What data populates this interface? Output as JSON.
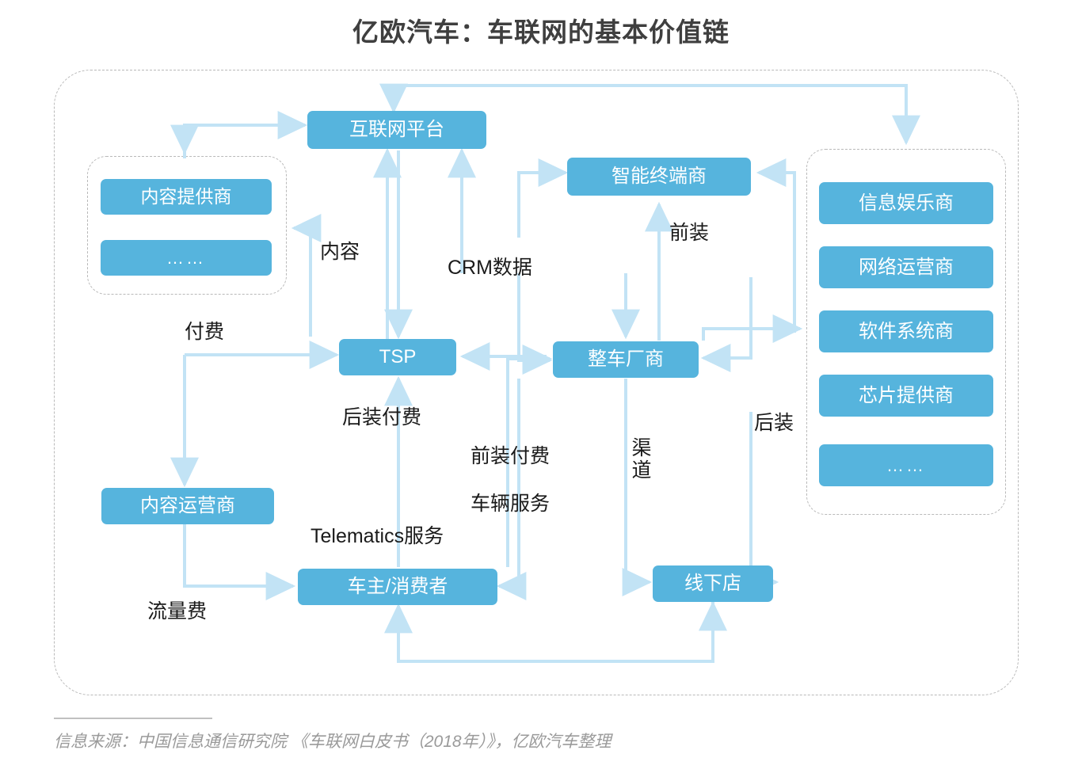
{
  "page": {
    "title": "亿欧汽车：车联网的基本价值链",
    "source_note": "信息来源：中国信息通信研究院 《车联网白皮书（2018年）》，亿欧汽车整理"
  },
  "colors": {
    "node_fill": "#56b4dd",
    "node_text": "#ffffff",
    "wire": "#c2e3f5",
    "frame_dash": "#b9b9b9",
    "title_text": "#3f3f3f",
    "source_text": "#9a9a9a",
    "label_text": "#1a1a1a"
  },
  "nodes": {
    "internet_platform": "互联网平台",
    "smart_terminal": "智能终端商",
    "tsp": "TSP",
    "oem": "整车厂商",
    "content_provider": "内容提供商",
    "content_provider_more": "……",
    "content_operator": "内容运营商",
    "car_owner": "车主/消费者",
    "offline_store": "线下店",
    "infotainment": "信息娱乐商",
    "network_operator": "网络运营商",
    "software_system": "软件系统商",
    "chip_provider": "芯片提供商",
    "suppliers_more": "……"
  },
  "edge_labels": {
    "content": "内容",
    "crm_data": "CRM数据",
    "pre_install": "前装",
    "post_install": "后装",
    "pay": "付费",
    "post_install_pay": "后装付费",
    "pre_install_pay": "前装付费",
    "vehicle_service": "车辆服务",
    "channel": "渠道",
    "telematics_service": "Telematics服务",
    "data_fee": "流量费"
  },
  "chart_data": {
    "type": "diagram",
    "title": "亿欧汽车：车联网的基本价值链",
    "nodes": [
      {
        "id": "internet_platform",
        "label": "互联网平台",
        "group": null
      },
      {
        "id": "smart_terminal",
        "label": "智能终端商",
        "group": null
      },
      {
        "id": "tsp",
        "label": "TSP",
        "group": null
      },
      {
        "id": "oem",
        "label": "整车厂商",
        "group": null
      },
      {
        "id": "content_operator",
        "label": "内容运营商",
        "group": null
      },
      {
        "id": "car_owner",
        "label": "车主/消费者",
        "group": null
      },
      {
        "id": "offline_store",
        "label": "线下店",
        "group": null
      },
      {
        "id": "content_provider",
        "label": "内容提供商",
        "group": "content_group"
      },
      {
        "id": "content_provider_more",
        "label": "……",
        "group": "content_group"
      },
      {
        "id": "infotainment",
        "label": "信息娱乐商",
        "group": "supplier_group"
      },
      {
        "id": "network_operator",
        "label": "网络运营商",
        "group": "supplier_group"
      },
      {
        "id": "software_system",
        "label": "软件系统商",
        "group": "supplier_group"
      },
      {
        "id": "chip_provider",
        "label": "芯片提供商",
        "group": "supplier_group"
      },
      {
        "id": "suppliers_more",
        "label": "……",
        "group": "supplier_group"
      }
    ],
    "groups": [
      {
        "id": "content_group",
        "label": ""
      },
      {
        "id": "supplier_group",
        "label": ""
      }
    ],
    "edges": [
      {
        "from": "internet_platform",
        "to": "content_provider",
        "label": ""
      },
      {
        "from": "content_provider",
        "to": "internet_platform",
        "label": "内容"
      },
      {
        "from": "tsp",
        "to": "internet_platform",
        "label": ""
      },
      {
        "from": "oem",
        "to": "internet_platform",
        "label": "CRM数据"
      },
      {
        "from": "internet_platform",
        "to": "supplier_group",
        "label": "",
        "bidirectional": true
      },
      {
        "from": "oem",
        "to": "smart_terminal",
        "label": "前装"
      },
      {
        "from": "tsp",
        "to": "smart_terminal",
        "label": ""
      },
      {
        "from": "supplier_group",
        "to": "smart_terminal",
        "label": ""
      },
      {
        "from": "internet_platform",
        "to": "tsp",
        "label": ""
      },
      {
        "from": "content_operator",
        "to": "tsp",
        "label": "付费"
      },
      {
        "from": "oem",
        "to": "tsp",
        "label": ""
      },
      {
        "from": "tsp",
        "to": "oem",
        "label": ""
      },
      {
        "from": "car_owner",
        "to": "tsp",
        "label": "后装付费"
      },
      {
        "from": "car_owner",
        "to": "oem",
        "label": "前装付费"
      },
      {
        "from": "oem",
        "to": "car_owner",
        "label": "车辆服务"
      },
      {
        "from": "oem",
        "to": "supplier_group",
        "label": "后装"
      },
      {
        "from": "supplier_group",
        "to": "oem",
        "label": ""
      },
      {
        "from": "content_operator",
        "to": "car_owner",
        "label": "流量费"
      },
      {
        "from": "tsp",
        "to": "car_owner",
        "label": "Telematics服务"
      },
      {
        "from": "oem",
        "to": "offline_store",
        "label": "渠道"
      },
      {
        "from": "supplier_group",
        "to": "offline_store",
        "label": ""
      },
      {
        "from": "car_owner",
        "to": "offline_store",
        "label": ""
      },
      {
        "from": "offline_store",
        "to": "car_owner",
        "label": ""
      }
    ]
  }
}
